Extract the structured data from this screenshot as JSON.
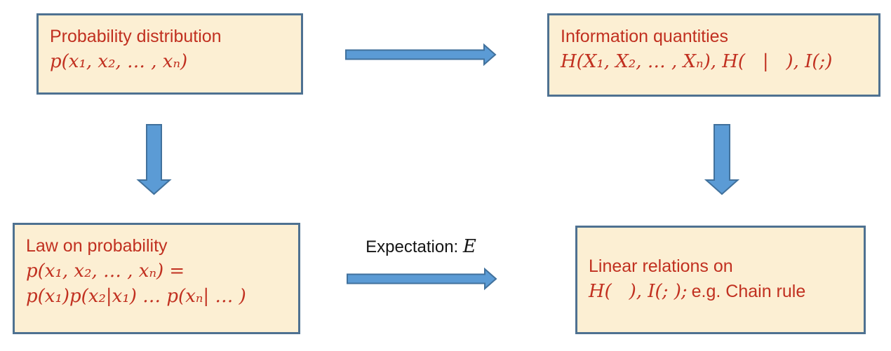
{
  "palette": {
    "box_background": "#FCEFD3",
    "box_border": "#4E7191",
    "text_red": "#C13020",
    "arrow_fill": "#5B9BD5",
    "arrow_stroke": "#41719C",
    "label_black": "#151515",
    "page_background": "#FFFFFF"
  },
  "boxes": {
    "probability_distribution": {
      "title": "Probability distribution",
      "math": "p(x₁, x₂, … , xₙ)"
    },
    "information_quantities": {
      "title": "Information quantities",
      "math": "H(X₁, X₂, … , Xₙ), H(   |   ), I(;)"
    },
    "law_on_probability": {
      "title": "Law on probability",
      "math_line_1": "p(x₁, x₂, … , xₙ) =",
      "math_line_2": "p(x₁)p(x₂|x₁) … p(xₙ| … )"
    },
    "linear_relations": {
      "title": "Linear relations on",
      "math": "H(   ), I(; );",
      "note": "e.g. Chain rule"
    }
  },
  "arrow_label": {
    "prefix": "Expectation: ",
    "symbol": "E"
  }
}
